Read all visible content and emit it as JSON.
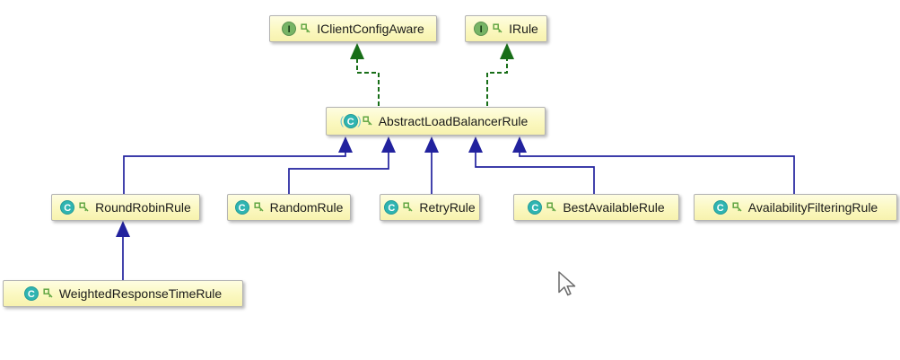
{
  "diagram": {
    "title": "UML class diagram - load balancer rule hierarchy",
    "nodes": [
      {
        "id": "IClientConfigAware",
        "label": "IClientConfigAware",
        "kind": "interface",
        "icon_letter": "I"
      },
      {
        "id": "IRule",
        "label": "IRule",
        "kind": "interface",
        "icon_letter": "I"
      },
      {
        "id": "AbstractLoadBalancerRule",
        "label": "AbstractLoadBalancerRule",
        "kind": "abstract-class",
        "icon_letter": "C"
      },
      {
        "id": "RoundRobinRule",
        "label": "RoundRobinRule",
        "kind": "class",
        "icon_letter": "C"
      },
      {
        "id": "RandomRule",
        "label": "RandomRule",
        "kind": "class",
        "icon_letter": "C"
      },
      {
        "id": "RetryRule",
        "label": "RetryRule",
        "kind": "class",
        "icon_letter": "C"
      },
      {
        "id": "BestAvailableRule",
        "label": "BestAvailableRule",
        "kind": "class",
        "icon_letter": "C"
      },
      {
        "id": "AvailabilityFilteringRule",
        "label": "AvailabilityFilteringRule",
        "kind": "class",
        "icon_letter": "C"
      },
      {
        "id": "WeightedResponseTimeRule",
        "label": "WeightedResponseTimeRule",
        "kind": "class",
        "icon_letter": "C"
      }
    ],
    "edges": [
      {
        "from": "AbstractLoadBalancerRule",
        "to": "IClientConfigAware",
        "type": "implements",
        "style": "dashed-green"
      },
      {
        "from": "AbstractLoadBalancerRule",
        "to": "IRule",
        "type": "implements",
        "style": "dashed-green"
      },
      {
        "from": "RoundRobinRule",
        "to": "AbstractLoadBalancerRule",
        "type": "extends",
        "style": "solid-blue"
      },
      {
        "from": "RandomRule",
        "to": "AbstractLoadBalancerRule",
        "type": "extends",
        "style": "solid-blue"
      },
      {
        "from": "RetryRule",
        "to": "AbstractLoadBalancerRule",
        "type": "extends",
        "style": "solid-blue"
      },
      {
        "from": "BestAvailableRule",
        "to": "AbstractLoadBalancerRule",
        "type": "extends",
        "style": "solid-blue"
      },
      {
        "from": "AvailabilityFilteringRule",
        "to": "AbstractLoadBalancerRule",
        "type": "extends",
        "style": "solid-blue"
      },
      {
        "from": "WeightedResponseTimeRule",
        "to": "RoundRobinRule",
        "type": "extends",
        "style": "solid-blue"
      }
    ],
    "colors": {
      "node_fill": "#FBF8C0",
      "node_border": "#B3B3B3",
      "implements_arrow": "#186E18",
      "extends_arrow": "#22229E",
      "interface_icon": "#77B465",
      "class_icon": "#2FB4B1",
      "key_icon": "#62A644",
      "background": "#FFFFFF"
    },
    "cursor": {
      "visible": true,
      "shape": "arrow-pointer"
    }
  }
}
